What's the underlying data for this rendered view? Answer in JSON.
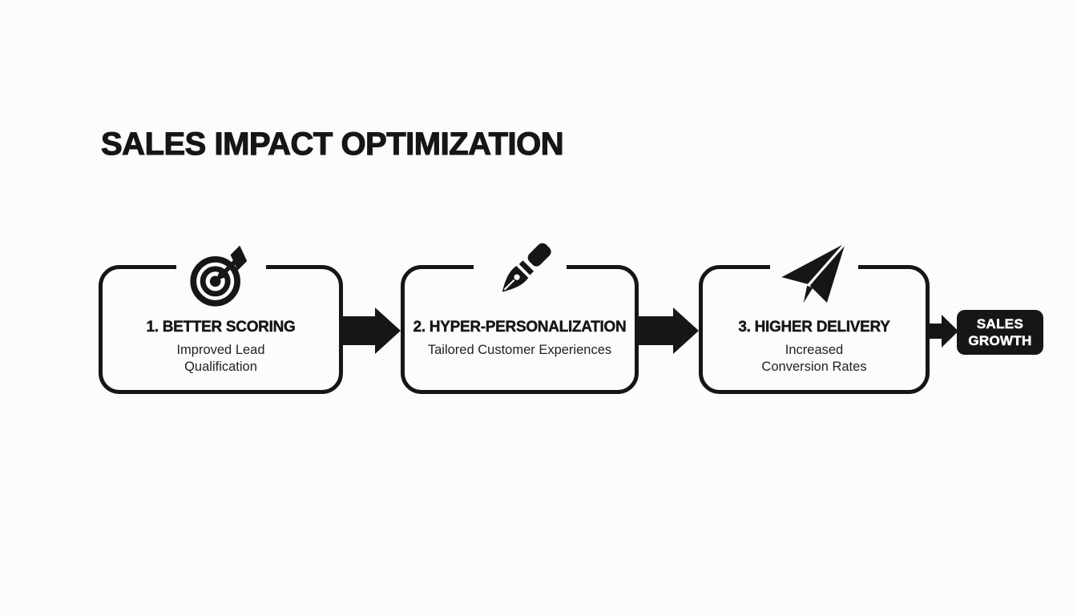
{
  "page": {
    "background_color": "#fcfcfc",
    "ink_color": "#161616"
  },
  "title": "SALES IMPACT OPTIMIZATION",
  "steps": [
    {
      "icon": "target-arrow-icon",
      "heading": "1. BETTER SCORING",
      "subtitle_lines": [
        "Improved Lead",
        "Qualification"
      ]
    },
    {
      "icon": "fountain-pen-icon",
      "heading": "2. HYPER-PERSONALIZATION",
      "subtitle_lines": [
        "Tailored Customer Experiences"
      ]
    },
    {
      "icon": "paper-plane-icon",
      "heading": "3. HIGHER DELIVERY",
      "subtitle_lines": [
        "Increased",
        "Conversion Rates"
      ]
    }
  ],
  "result": {
    "label_lines": [
      "SALES",
      "GROWTH"
    ],
    "background": "#161616",
    "text_color": "#ffffff"
  }
}
